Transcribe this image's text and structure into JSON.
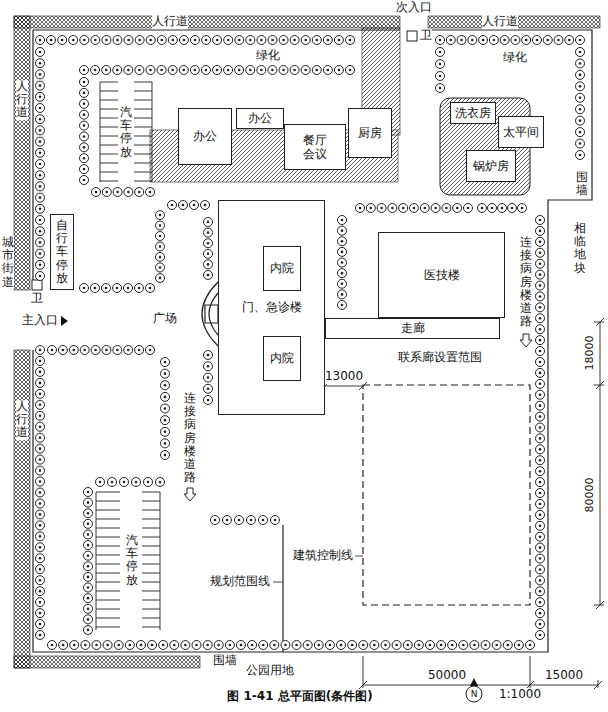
{
  "diagram": {
    "caption": "图 1-41 总平面图(条件图)",
    "nodes": [
      {
        "text": [
          "办公"
        ]
      },
      {
        "text": [
          "办公"
        ]
      },
      {
        "text": [
          "餐厅 会议"
        ]
      },
      {
        "text": [
          "厨房"
        ]
      },
      {
        "text": [
          "洗衣房"
        ]
      },
      {
        "text": [
          "太平间"
        ]
      },
      {
        "text": [
          "锅炉房"
        ]
      },
      {
        "text": [
          "自行车停放"
        ]
      },
      {
        "text": [
          "门、急诊楼"
        ]
      },
      {
        "text": [
          "内院"
        ],
        "in": 8
      },
      {
        "text": [
          "内院"
        ],
        "in": 8
      },
      {
        "text": [
          "医技楼"
        ]
      },
      {
        "text": [
          "走廊"
        ]
      }
    ],
    "labels": [
      "次入口",
      "人行道",
      "人行道",
      "卫",
      "绿化",
      "绿化",
      "人行道",
      "汽车停放",
      "围墙",
      "相临地块",
      "城市街道",
      "卫",
      "主入口",
      "广场",
      "连接病房楼道路",
      "联系廊设置范围",
      "18000",
      "13000",
      "人行道",
      "连接病房楼道路",
      "80000",
      "汽车停放",
      "建筑控制线",
      "规划范围线",
      "围墙",
      "公园用地",
      "50000",
      "15000",
      "N",
      "1:1000"
    ]
  }
}
